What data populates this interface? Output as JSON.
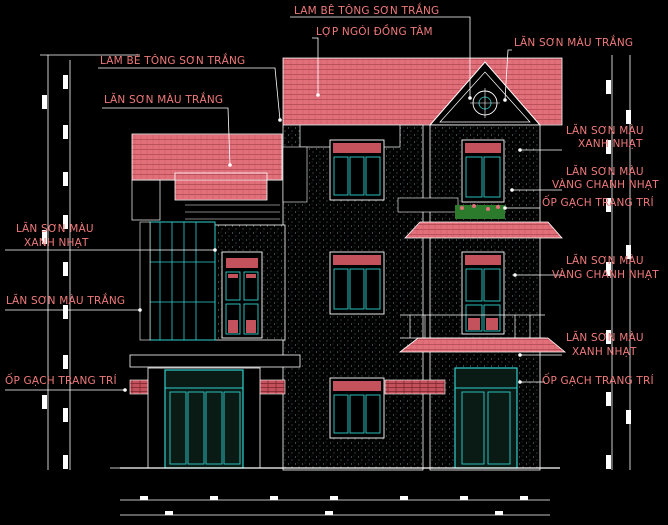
{
  "labels": {
    "top_concrete": "LAM BÊ TÔNG SƠN TRẮNG",
    "roof_tile": "LỢP NGÓI ĐỒNG TÂM",
    "left_concrete": "LAM BÊ TÔNG SƠN TRẮNG",
    "paint_white_top_right": "LĂN SƠN MÀU TRẮNG",
    "paint_white_upper_left": "LĂN SƠN MÀU TRẮNG",
    "paint_light_blue_r1_a": "LĂN SƠN MÀU",
    "paint_light_blue_r1_b": "XANH NHẠT",
    "paint_yellow_r1_a": "LĂN SƠN MÀU",
    "paint_yellow_r1_b": "VÀNG CHANH NHẠT",
    "tile_right_1": "ỐP GẠCH TRANG TRÍ",
    "paint_blue_left_a": "LĂN SƠN MÀU",
    "paint_blue_left_b": "XANH NHẠT",
    "paint_yellow_r2_a": "LĂN SƠN MÀU",
    "paint_yellow_r2_b": "VÀNG CHANH NHẠT",
    "paint_white_left": "LĂN SƠN MÀU TRẮNG",
    "paint_blue_r2_a": "LĂN SƠN MÀU",
    "paint_blue_r2_b": "XANH NHẠT",
    "tile_left": "ỐP GẠCH TRANG TRÍ",
    "tile_right_2": "ỐP GẠCH TRANG TRÍ"
  },
  "colors": {
    "background": "#000000",
    "roof": "#e2707a",
    "label": "#f07a7a",
    "line": "#ffffff",
    "cyan": "#2fd0d0",
    "wall_dots": "#8fb0b0",
    "door_fill": "#0a1a14"
  }
}
